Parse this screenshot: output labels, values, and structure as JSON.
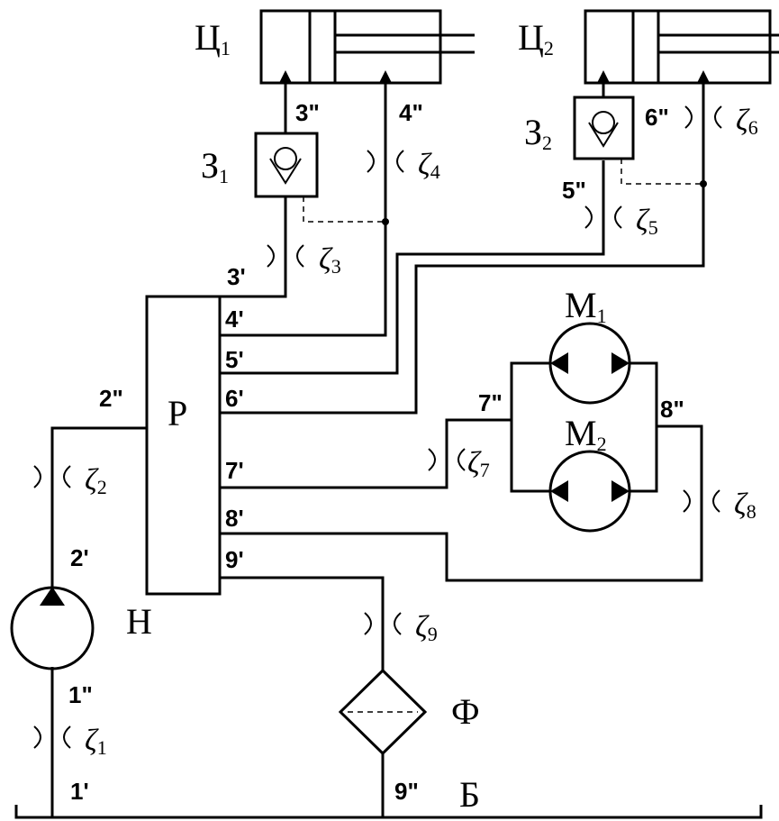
{
  "components": {
    "cyl1": {
      "letter": "Ц",
      "sub": "1"
    },
    "cyl2": {
      "letter": "Ц",
      "sub": "2"
    },
    "valve1": {
      "letter": "З",
      "sub": "1"
    },
    "valve2": {
      "letter": "З",
      "sub": "2"
    },
    "motor1": {
      "letter": "М",
      "sub": "1"
    },
    "motor2": {
      "letter": "М",
      "sub": "2"
    },
    "distributor": "Р",
    "pump": "Н",
    "filter": "Ф",
    "tank": "Б"
  },
  "points": {
    "p1a": "1'",
    "p1b": "1\"",
    "p2a": "2'",
    "p2b": "2\"",
    "p3a": "3'",
    "p3b": "3\"",
    "p4a": "4'",
    "p4b": "4\"",
    "p5a": "5'",
    "p5b": "5\"",
    "p6a": "6'",
    "p6b": "6\"",
    "p7a": "7'",
    "p7b": "7\"",
    "p8a": "8'",
    "p8b": "8\"",
    "p9a": "9'",
    "p9b": "9\""
  },
  "losses": {
    "symbol": "ζ",
    "z1": "1",
    "z2": "2",
    "z3": "3",
    "z4": "4",
    "z5": "5",
    "z6": "6",
    "z7": "7",
    "z8": "8",
    "z9": "9"
  }
}
